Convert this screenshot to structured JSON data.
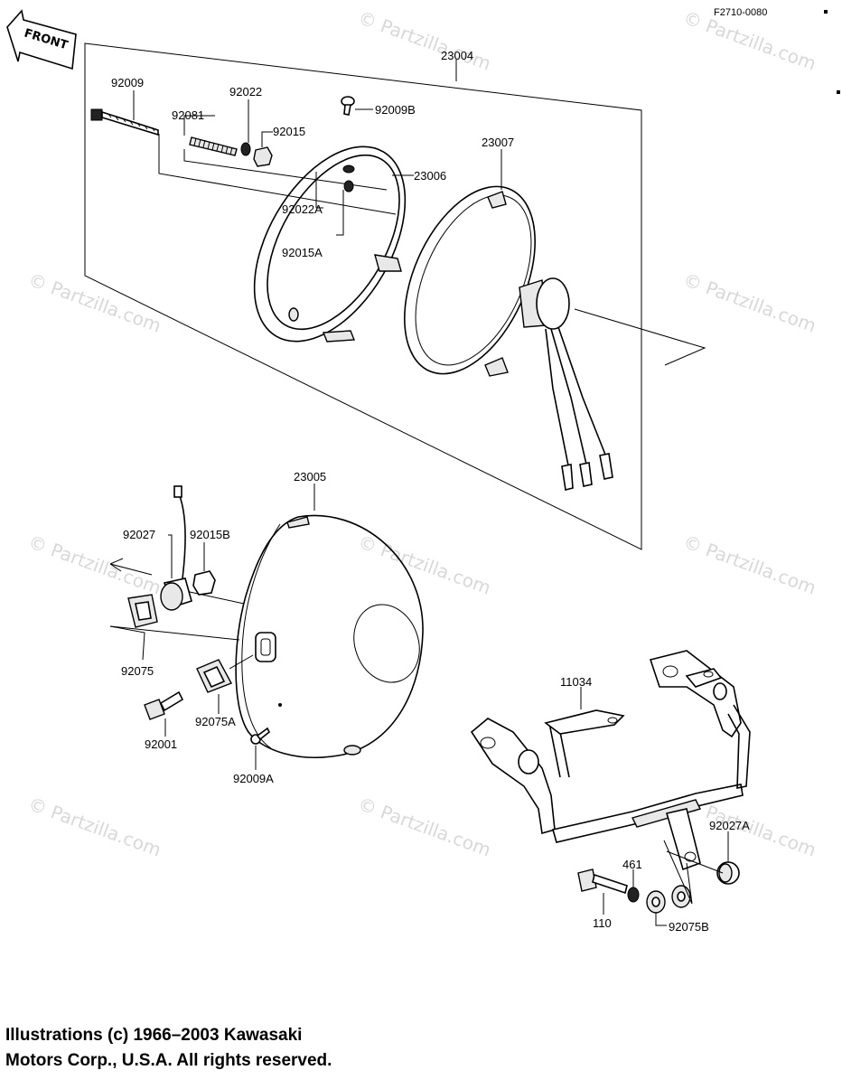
{
  "diagram": {
    "code": "F2710-0080",
    "front_label": "FRONT",
    "watermark": "© Partzilla.com",
    "parts": {
      "p23004": "23004",
      "p92009": "92009",
      "p92022": "92022",
      "p92081": "92081",
      "p92015": "92015",
      "p92009B": "92009B",
      "p23007": "23007",
      "p23006": "23006",
      "p92022A": "92022A",
      "p92015A": "92015A",
      "p23005": "23005",
      "p92027": "92027",
      "p92015B": "92015B",
      "p92075": "92075",
      "p92075A": "92075A",
      "p92001": "92001",
      "p92009A": "92009A",
      "p11034": "11034",
      "p92027A": "92027A",
      "p461": "461",
      "p110": "110",
      "p92075B": "92075B"
    },
    "copyright_line1": "Illustrations (c) 1966–2003 Kawasaki",
    "copyright_line2": "Motors Corp., U.S.A.  All rights reserved."
  }
}
